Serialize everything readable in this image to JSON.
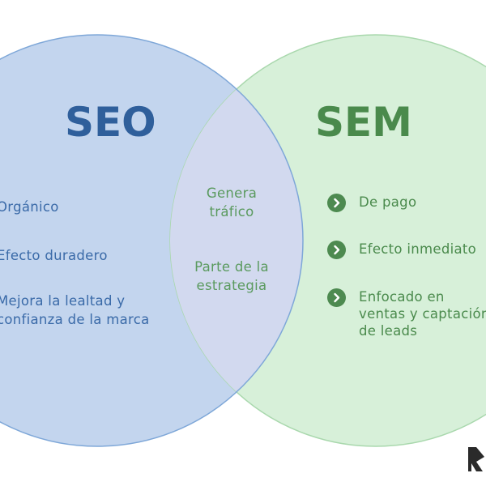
{
  "colors": {
    "seo_fill": "#c3d5ee",
    "seo_stroke": "#7ea7d8",
    "sem_fill": "#d7f0d9",
    "sem_stroke": "#a9d8ad",
    "overlap_fill": "#d2d9ef",
    "seo_title": "#2f5f9b",
    "sem_title": "#4a8a4c",
    "seo_text": "#3a6aa8",
    "mid_text": "#5a9a5e",
    "sem_text": "#4a8a4c",
    "bullet": "#4d8a50",
    "logo": "#2a2a2a"
  },
  "seo": {
    "title": "SEO",
    "items": [
      [
        "Orgánico"
      ],
      [
        "Efecto duradero"
      ],
      [
        "Mejora la lealtad y",
        "confianza de la marca"
      ]
    ]
  },
  "overlap": {
    "items": [
      [
        "Genera",
        "tráfico"
      ],
      [
        "Parte de la",
        "estrategia"
      ]
    ]
  },
  "sem": {
    "title": "SEM",
    "bullet_icon": "chevron-right-icon",
    "items": [
      [
        "De pago"
      ],
      [
        "Efecto inmediato"
      ],
      [
        "Enfocado en",
        "ventas y captación",
        "de leads"
      ]
    ]
  },
  "brand": {
    "logo_icon": "brand-logo-icon"
  }
}
